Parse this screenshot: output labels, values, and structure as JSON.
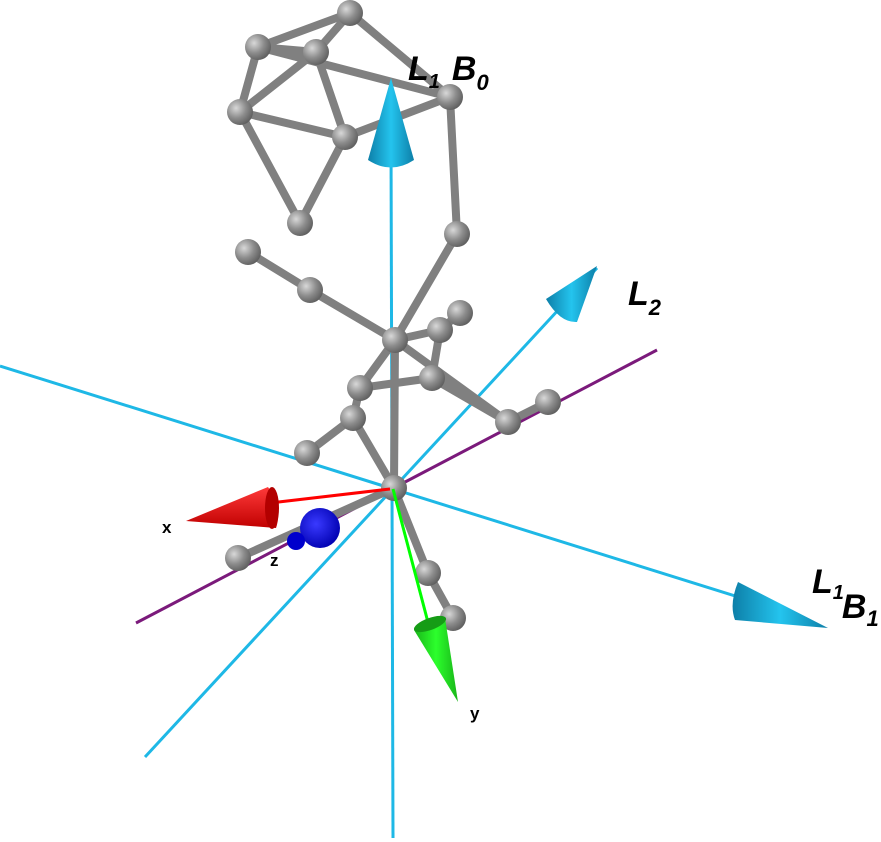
{
  "figure": {
    "colors": {
      "l_axes": "#1EB8E6",
      "l2_secondary": "#7B1A7B",
      "x_axis": "#FF0000",
      "y_axis": "#00FF00",
      "z_axis": "#0000FF",
      "atoms": "#8C8C8C",
      "bonds": "#808080",
      "background": "#FFFFFF"
    },
    "labels": {
      "l1b0": {
        "main": "L",
        "sub1": "1",
        "main2": "B",
        "sub2": "0"
      },
      "l1b1": {
        "main": "L",
        "sub1": "1",
        "main2": "B",
        "sub2": "1"
      },
      "l2": {
        "main": "L",
        "sub1": "2"
      },
      "x": "x",
      "y": "y",
      "z": "z"
    }
  }
}
